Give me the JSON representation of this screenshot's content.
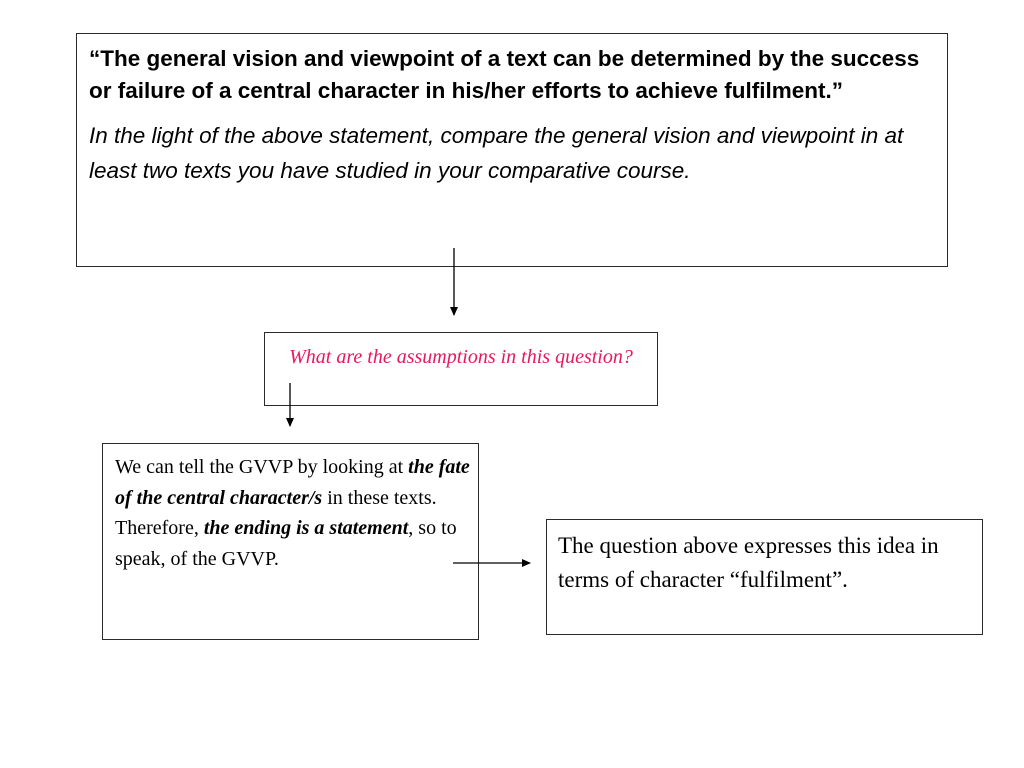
{
  "colors": {
    "accent": "#e6195c",
    "border": "#2b2b2b",
    "text": "#000000",
    "background": "#ffffff"
  },
  "question_box": {
    "quote_open": "“",
    "quote_text": "The general vision and viewpoint of a text can be determined by the success or failure of a central character in his/her efforts to achieve fulfilment.",
    "quote_close": "”",
    "prompt": "In the light of the above statement, compare the general vision and viewpoint in at least two texts you have studied in your comparative course."
  },
  "assumptions_box": {
    "text": "What are the assumptions in this question?"
  },
  "gvvp_box": {
    "part1": "We can tell the GVVP by looking at ",
    "part2": "the fate of the central character/s",
    "part3": " in these texts. Therefore, ",
    "part4": "the ending is a statement",
    "part5": ", so to speak, of the GVVP."
  },
  "fulfilment_box": {
    "text": "The question above expresses this idea in terms of character “fulfilment”."
  }
}
